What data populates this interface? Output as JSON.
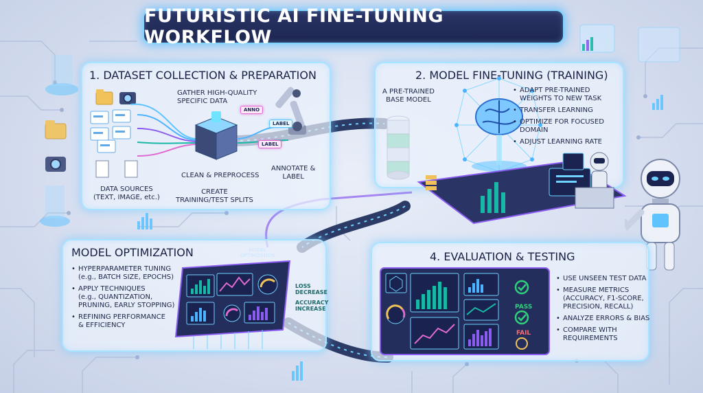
{
  "title": "FUTURISTIC AI FINE-TUNING WORKFLOW",
  "stages": {
    "dataset": {
      "title": "1. DATASET COLLECTION & PREPARATION",
      "gather": [
        "GATHER HIGH-QUALITY",
        "SPECIFIC DATA"
      ],
      "clean": "CLEAN & PREPROCESS",
      "annotate": [
        "ANNOTATE &",
        "LABEL"
      ],
      "splits": [
        "CREATE",
        "TRAINING/TEST SPLITS"
      ],
      "sources": [
        "DATA SOURCES",
        "(TEXT, IMAGE, etc.)"
      ],
      "tags": [
        "ANNO",
        "LABEL",
        "LABEL"
      ]
    },
    "training": {
      "title": "2. MODEL FINE-TUNING (TRAINING)",
      "base_model": [
        "A PRE-TRAINED",
        "BASE MODEL"
      ],
      "bullets": [
        [
          "ADAPT PRE-TRAINED",
          "WEIGHTS TO NEW TASK"
        ],
        [
          "TRANSFER LEARNING"
        ],
        [
          "OPTIMIZE FOR FOCUSED",
          "DOMAIN"
        ],
        [
          "ADJUST LEARNING RATE"
        ]
      ]
    },
    "optimization": {
      "title": "MODEL OPTIMIZATION",
      "bullets": [
        [
          "HYPERPARAMETER TUNING",
          "(e.g., BATCH SIZE, EPOCHS)"
        ],
        [
          "APPLY TECHNIQUES",
          "(e.g., QUANTIZATION,",
          "PRUNING, EARLY STOPPING)"
        ],
        [
          "REFINING PERFORMANCE",
          "& EFFICIENCY"
        ]
      ],
      "screen_title": [
        "MODEL",
        "OPTIMIZATION"
      ],
      "loss": [
        "LOSS",
        "DECREASE"
      ],
      "accuracy": [
        "ACCURACY",
        "INCREASE"
      ]
    },
    "evaluation": {
      "title": "4. EVALUATION & TESTING",
      "bullets": [
        [
          "USE UNSEEN TEST DATA"
        ],
        [
          "MEASURE METRICS",
          "(ACCURACY, F1-SCORE,",
          "PRECISION, RECALL)"
        ],
        [
          "ANALYZE ERRORS & BIAS"
        ],
        [
          "COMPARE WITH",
          "REQUIREMENTS"
        ]
      ],
      "pass": "PASS",
      "fail": "FAIL"
    }
  },
  "colors": {
    "glow": "#7fd4ff",
    "accent_teal": "#19b8a6",
    "accent_purple": "#8a5cf0",
    "title_bg": "#1d2650"
  }
}
